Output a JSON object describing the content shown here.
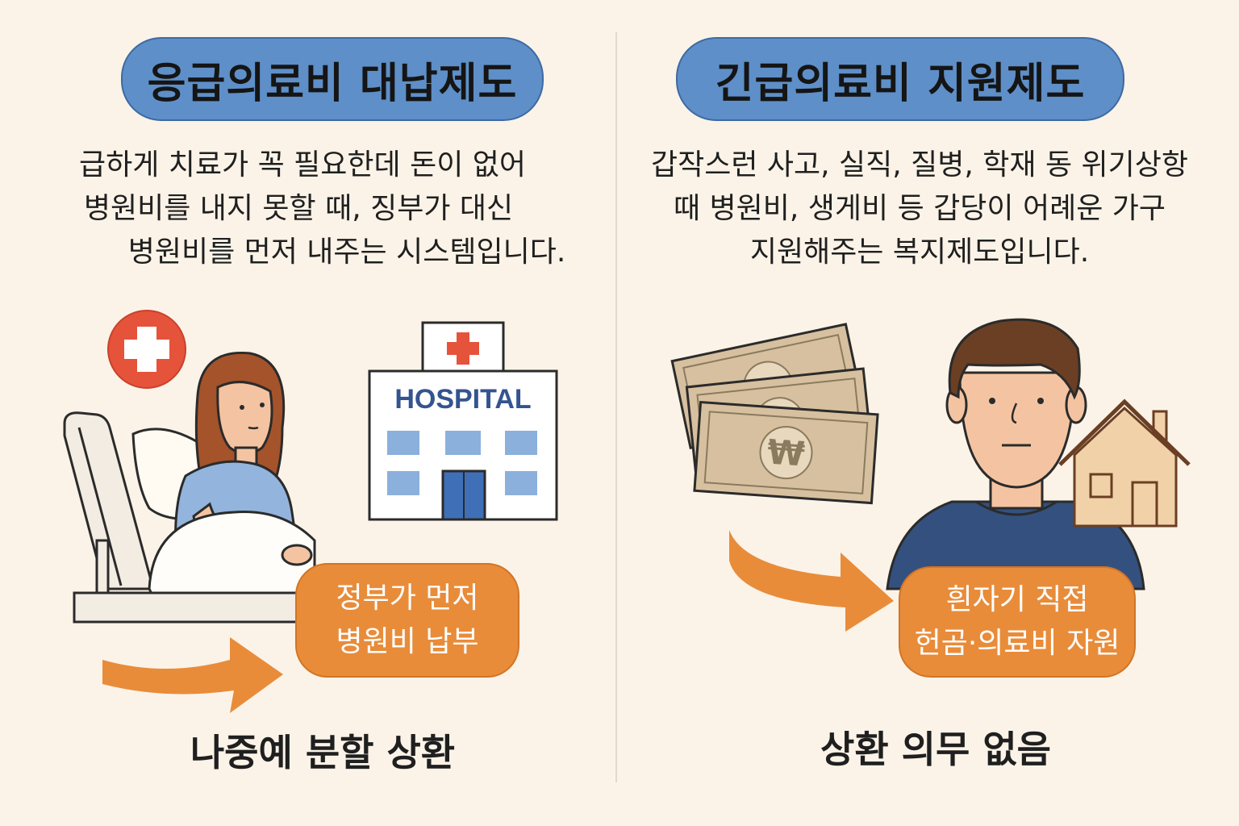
{
  "left": {
    "title": "응급의료비 대납제도",
    "desc_lines": [
      "급하게 치료가 꼭 필요한데 돈이 없어",
      "병원비를 내지 못할 때, 징부가 대신",
      "병원비를 먼저 내주는 시스템입니다."
    ],
    "hospital_sign": "HOSPITAL",
    "badge_lines": [
      "정부가 먼저",
      "병원비 납부"
    ],
    "footer": "나중예 분할 상환"
  },
  "right": {
    "title": "긴급의료비 지원제도",
    "desc_lines": [
      "갑작스런 사고, 실직, 질병, 학재 동 위기상항",
      "때 병원비, 생게비 등 갑당이 어례운 가구",
      "지원해주는 복지제도입니다."
    ],
    "currency_symbol": "₩",
    "badge_lines": [
      "흰자기 직접",
      "헌곰·의료비 자원"
    ],
    "footer": "상환 의무 없음"
  },
  "colors": {
    "background": "#fbf3e8",
    "title_pill": "#5e8fc8",
    "accent_orange": "#e88c3a",
    "red_cross": "#e5533b"
  }
}
